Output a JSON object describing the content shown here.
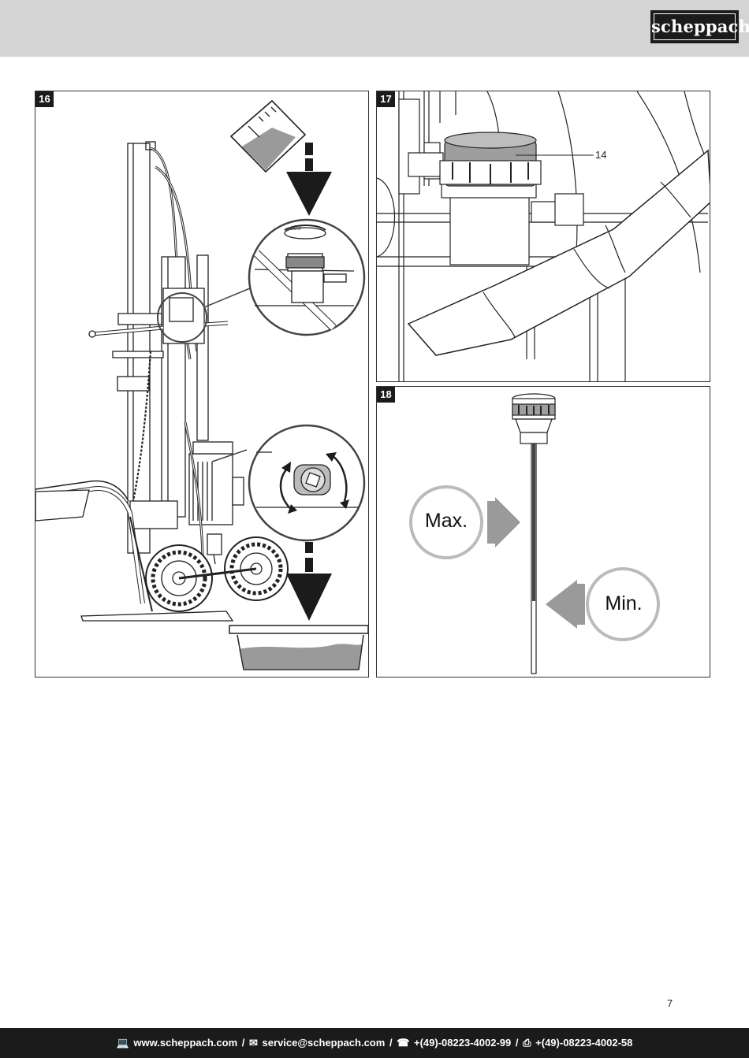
{
  "header": {
    "brand": "scheppach"
  },
  "figures": [
    {
      "number": "16"
    },
    {
      "number": "17",
      "callouts": [
        "14"
      ]
    },
    {
      "number": "18",
      "labels": {
        "max": "Max.",
        "min": "Min."
      }
    }
  ],
  "page_number": "7",
  "footer": {
    "website_icon": "computer-icon",
    "website": "www.scheppach.com",
    "email_icon": "envelope-icon",
    "email": "service@scheppach.com",
    "phone_icon": "telephone-icon",
    "phone": "+(49)-08223-4002-99",
    "fax_icon": "fax-icon",
    "fax": "+(49)-08223-4002-58",
    "separator": "/"
  }
}
